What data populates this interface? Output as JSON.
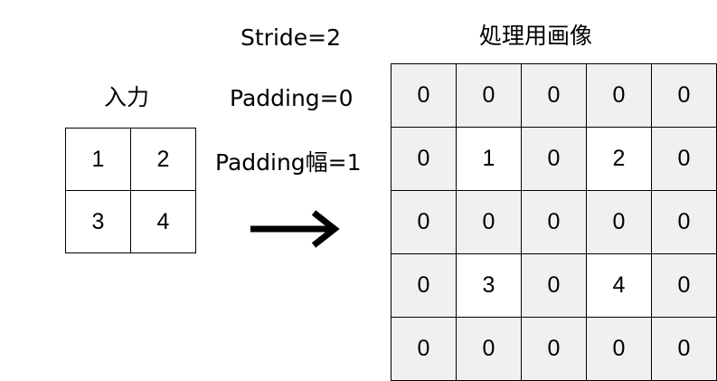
{
  "labels": {
    "input_title": "入力",
    "stride": "Stride=2",
    "padding": "Padding=0",
    "padding_width": "Padding幅=1",
    "output_title": "処理用画像"
  },
  "input_grid": [
    [
      "1",
      "2"
    ],
    [
      "3",
      "4"
    ]
  ],
  "output_grid": [
    [
      "0",
      "0",
      "0",
      "0",
      "0"
    ],
    [
      "0",
      "1",
      "0",
      "2",
      "0"
    ],
    [
      "0",
      "0",
      "0",
      "0",
      "0"
    ],
    [
      "0",
      "3",
      "0",
      "4",
      "0"
    ],
    [
      "0",
      "0",
      "0",
      "0",
      "0"
    ]
  ],
  "colors": {
    "padding_cell": "#f0f0f0",
    "data_cell": "#ffffff",
    "line": "#000000"
  },
  "icons": {
    "transform_arrow": "arrow-right-icon"
  }
}
